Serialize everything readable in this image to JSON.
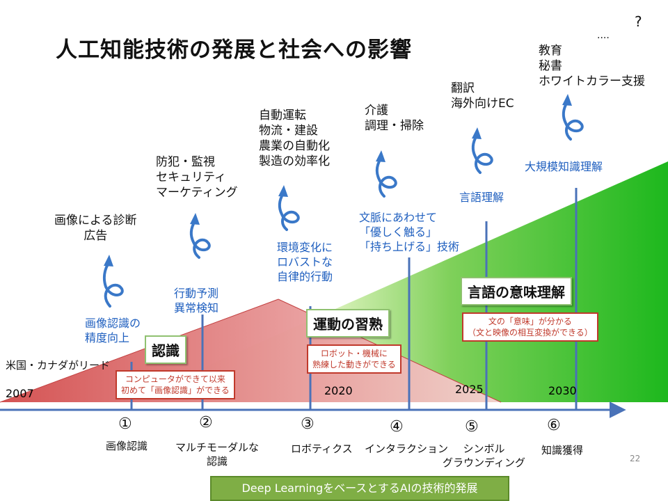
{
  "title": "人工知能技術の発展と社会への影響",
  "question_mark": "?",
  "ellipsis": "....",
  "left_note": "米国・カナダがリード",
  "years": [
    "2007",
    "2020",
    "2025",
    "2030"
  ],
  "stages": [
    {
      "num": "①",
      "label": "画像認識"
    },
    {
      "num": "②",
      "label": "マルチモーダルな\n認識"
    },
    {
      "num": "③",
      "label": "ロボティクス"
    },
    {
      "num": "④",
      "label": "インタラクション"
    },
    {
      "num": "⑤",
      "label": "シンボル\nグラウンディング"
    },
    {
      "num": "⑥",
      "label": "知識獲得"
    }
  ],
  "capabilities": [
    "画像認識の\n精度向上",
    "行動予測\n異常検知",
    "環境変化に\nロバストな\n自律的行動",
    "文脈にあわせて\n「優しく触る」\n「持ち上げる」技術",
    "言語理解",
    "大規模知識理解"
  ],
  "applications": [
    "画像による診断\n広告",
    "防犯・監視\nセキュリティ\nマーケティング",
    "自動運転\n物流・建設\n農業の自動化\n製造の効率化",
    "介護\n調理・掃除",
    "翻訳\n海外向けEC",
    "教育\n秘書\nホワイトカラー支援"
  ],
  "phases": [
    {
      "label": "認識",
      "description": "コンピュータができて以来\n初めて「画像認識」ができる"
    },
    {
      "label": "運動の習熟",
      "description": "ロボット・機械に\n熟練した動きができる"
    },
    {
      "label": "言語の意味理解",
      "description": "文の「意味」が分かる\n（文と映像の相互変換ができる）"
    }
  ],
  "page_number": "22",
  "footer": "Deep LearningをベースとするAIの技術的発展",
  "colors": {
    "red_phase": "#d9534f",
    "green_phase": "#22b822",
    "axis": "#4a72b8",
    "capability_text": "#1f5fbf",
    "box_border_green": "#8fc170",
    "box_border_red": "#c0392b"
  }
}
